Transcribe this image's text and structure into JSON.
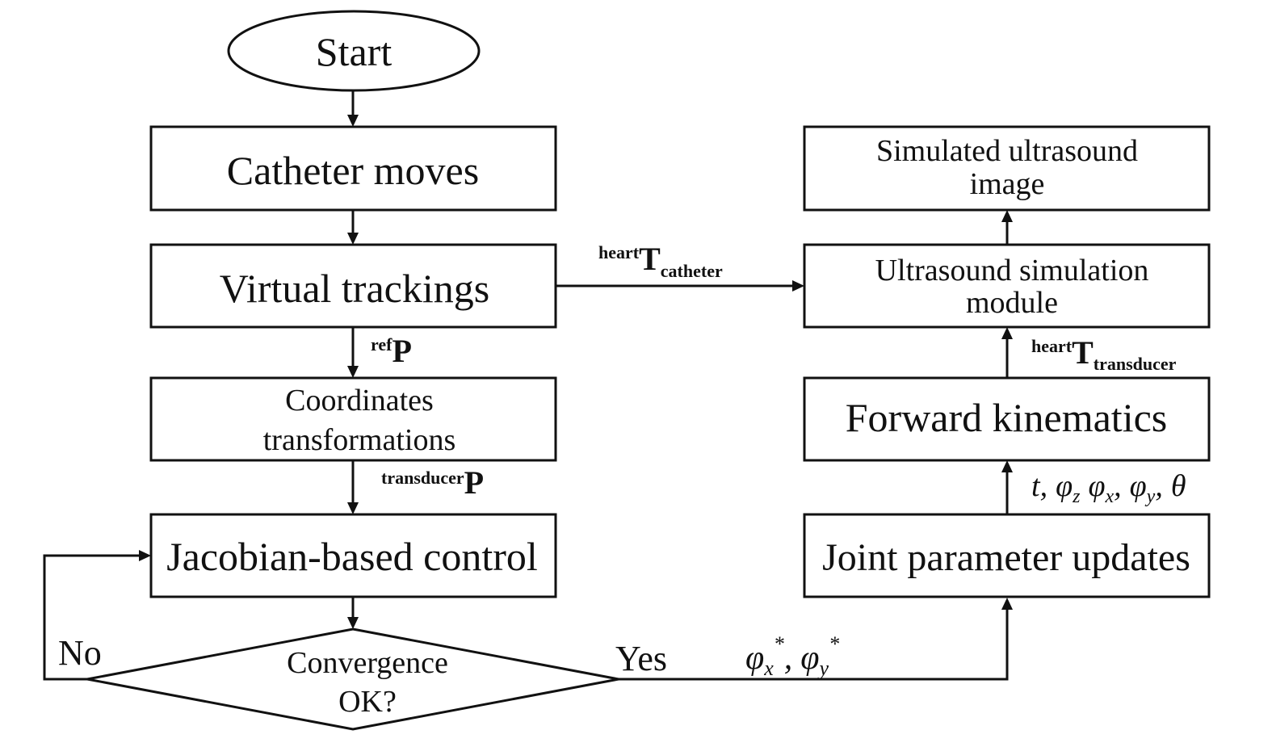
{
  "nodes": {
    "start": "Start",
    "catheter_moves": "Catheter moves",
    "virtual_trackings": "Virtual trackings",
    "coord_transform_line1": "Coordinates",
    "coord_transform_line2": "transformations",
    "jacobian_control": "Jacobian-based control",
    "convergence_line1": "Convergence",
    "convergence_line2": "OK?",
    "simulated_image_line1": "Simulated ultrasound",
    "simulated_image_line2": "image",
    "us_sim_line1": "Ultrasound simulation",
    "us_sim_line2": "module",
    "forward_kinematics": "Forward kinematics",
    "joint_updates": "Joint parameter updates"
  },
  "edge_labels": {
    "no": "No",
    "yes": "Yes",
    "ref_p": {
      "sup": "ref",
      "main": "P"
    },
    "transducer_p": {
      "sup": "transducer",
      "main": "P"
    },
    "heart_t_catheter": {
      "sup": "heart",
      "main": "T",
      "sub": "catheter"
    },
    "heart_t_transducer": {
      "sup": "heart",
      "main": "T",
      "sub": "transducer"
    },
    "joint_params": {
      "t": "t",
      "comma1": ",",
      "phi_z": "φ",
      "phi_z_sub": "z",
      "phi_x": "φ",
      "phi_x_sub": "x",
      "comma2": ",",
      "phi_y": "φ",
      "phi_y_sub": "y",
      "comma3": ",",
      "theta": "θ"
    },
    "optimal_phis": {
      "phi_x": "φ",
      "phi_x_sub": "x",
      "phi_x_star": "*",
      "comma": ",",
      "phi_y": "φ",
      "phi_y_sub": "y",
      "phi_y_star": "*"
    }
  }
}
